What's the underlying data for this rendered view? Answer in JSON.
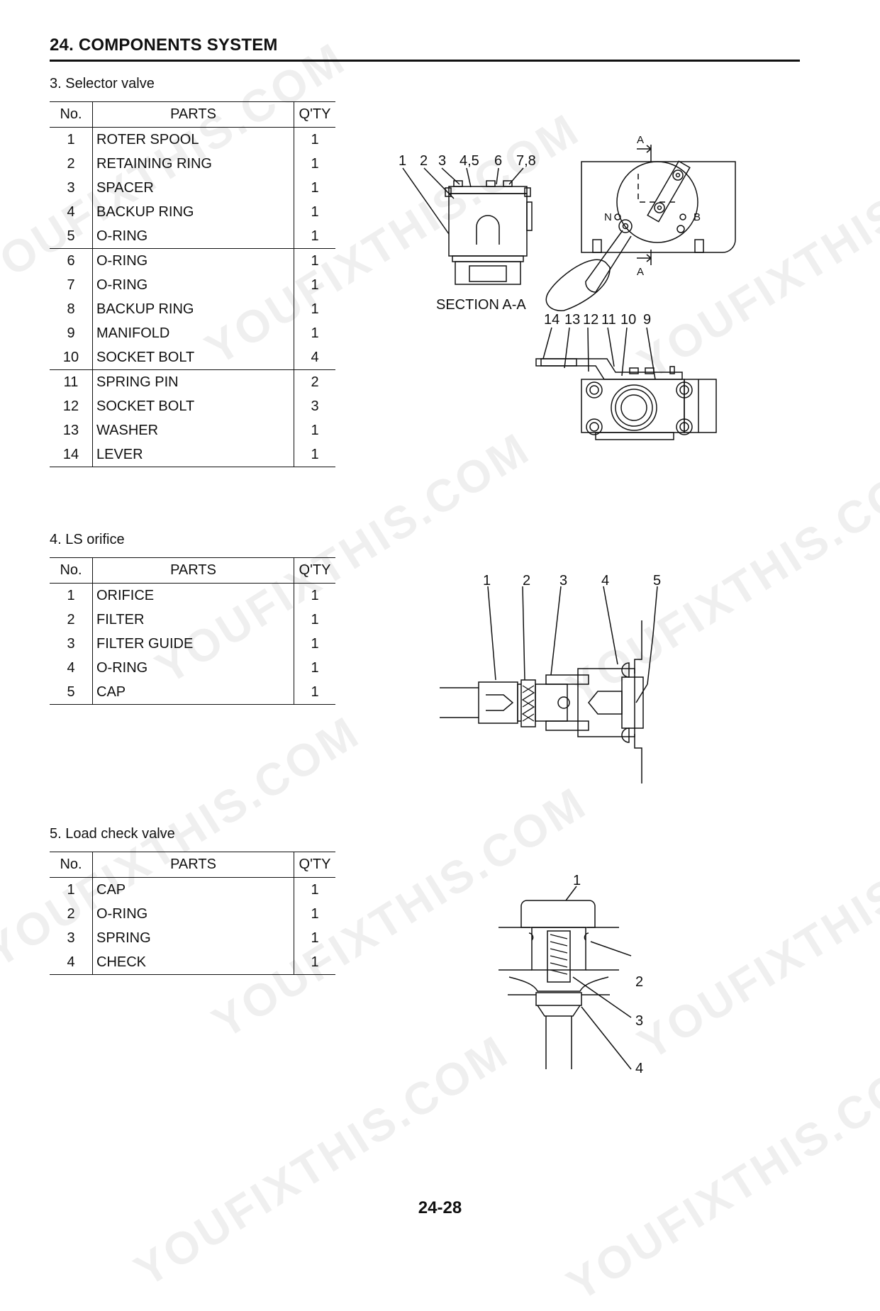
{
  "header": {
    "title": "24.  COMPONENTS SYSTEM"
  },
  "sections": {
    "selector": {
      "title": "3.  Selector valve",
      "headers": {
        "no": "No.",
        "parts": "PARTS",
        "qty": "Q'TY"
      },
      "rows": [
        {
          "no": "1",
          "part": "ROTER SPOOL",
          "qty": "1"
        },
        {
          "no": "2",
          "part": "RETAINING RING",
          "qty": "1"
        },
        {
          "no": "3",
          "part": "SPACER",
          "qty": "1"
        },
        {
          "no": "4",
          "part": "BACKUP RING",
          "qty": "1"
        },
        {
          "no": "5",
          "part": "O-RING",
          "qty": "1"
        },
        {
          "no": "6",
          "part": "O-RING",
          "qty": "1"
        },
        {
          "no": "7",
          "part": "O-RING",
          "qty": "1"
        },
        {
          "no": "8",
          "part": "BACKUP RING",
          "qty": "1"
        },
        {
          "no": "9",
          "part": "MANIFOLD",
          "qty": "1"
        },
        {
          "no": "10",
          "part": "SOCKET BOLT",
          "qty": "4"
        },
        {
          "no": "11",
          "part": "SPRING PIN",
          "qty": "2"
        },
        {
          "no": "12",
          "part": "SOCKET BOLT",
          "qty": "3"
        },
        {
          "no": "13",
          "part": "WASHER",
          "qty": "1"
        },
        {
          "no": "14",
          "part": "LEVER",
          "qty": "1"
        }
      ]
    },
    "ls_orifice": {
      "title": "4.  LS orifice",
      "headers": {
        "no": "No.",
        "parts": "PARTS",
        "qty": "Q'TY"
      },
      "rows": [
        {
          "no": "1",
          "part": "ORIFICE",
          "qty": "1"
        },
        {
          "no": "2",
          "part": "FILTER",
          "qty": "1"
        },
        {
          "no": "3",
          "part": "FILTER GUIDE",
          "qty": "1"
        },
        {
          "no": "4",
          "part": "O-RING",
          "qty": "1"
        },
        {
          "no": "5",
          "part": "CAP",
          "qty": "1"
        }
      ]
    },
    "load_check": {
      "title": "5.  Load check valve",
      "headers": {
        "no": "No.",
        "parts": "PARTS",
        "qty": "Q'TY"
      },
      "rows": [
        {
          "no": "1",
          "part": "CAP",
          "qty": "1"
        },
        {
          "no": "2",
          "part": "O-RING",
          "qty": "1"
        },
        {
          "no": "3",
          "part": "SPRING",
          "qty": "1"
        },
        {
          "no": "4",
          "part": "CHECK",
          "qty": "1"
        }
      ]
    }
  },
  "figures": {
    "selector": {
      "callouts_top": [
        "1",
        "2",
        "3",
        "4,5",
        "6",
        "7,8"
      ],
      "section_label": "SECTION A-A",
      "section_mark": "A",
      "pos_n": "N",
      "pos_b": "B",
      "callouts_bottom": [
        "14",
        "13",
        "12",
        "11",
        "10",
        "9"
      ]
    },
    "ls_orifice": {
      "callouts": [
        "1",
        "2",
        "3",
        "4",
        "5"
      ]
    },
    "load_check": {
      "callouts": [
        "1",
        "2",
        "3",
        "4"
      ]
    }
  },
  "watermark": "YOUFIXTHIS.COM",
  "page_number": "24-28"
}
